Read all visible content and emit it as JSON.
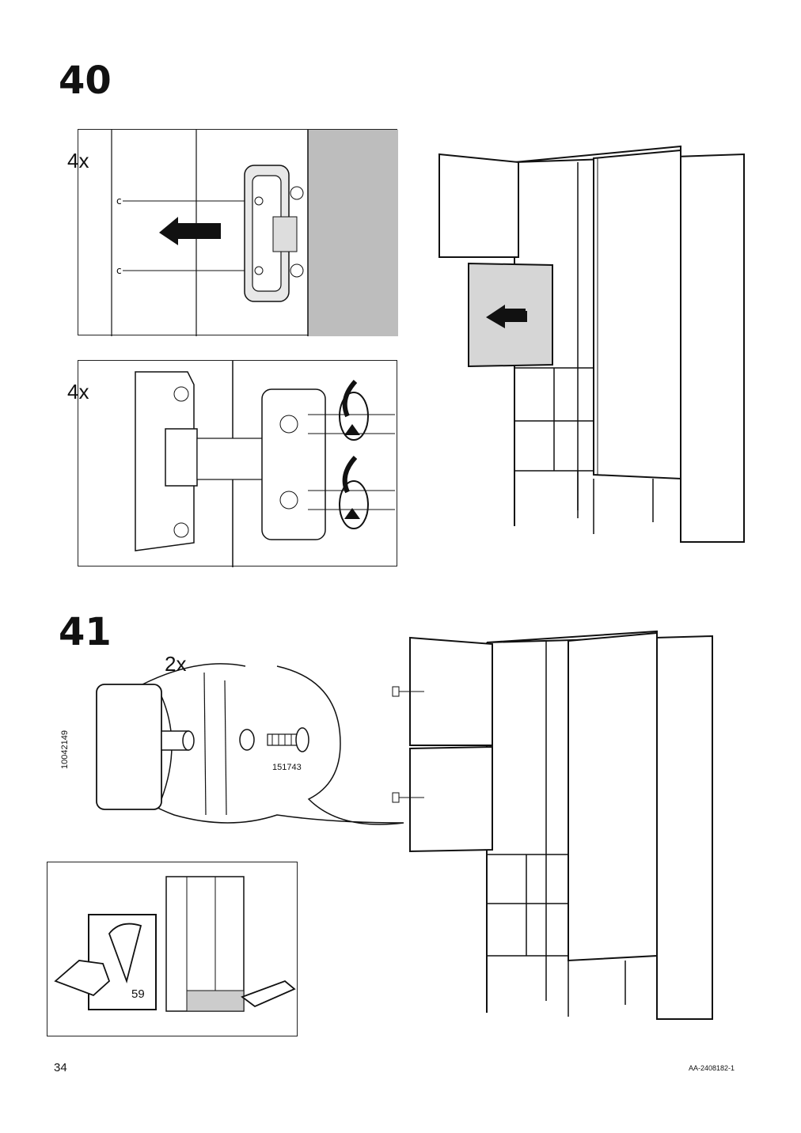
{
  "steps": [
    {
      "number": "40",
      "panels": [
        {
          "quantity": "4x"
        },
        {
          "quantity": "4x"
        }
      ]
    },
    {
      "number": "41",
      "callout": {
        "quantity": "2x",
        "part_left": "10042149",
        "part_right": "151743"
      },
      "reference": {
        "page": "59"
      }
    }
  ],
  "footer": {
    "page_number": "34",
    "document_code": "AA-2408182-1"
  },
  "colors": {
    "line": "#111111",
    "panel_grey": "#bdbdbd",
    "door_grey": "#d6d6d6"
  }
}
